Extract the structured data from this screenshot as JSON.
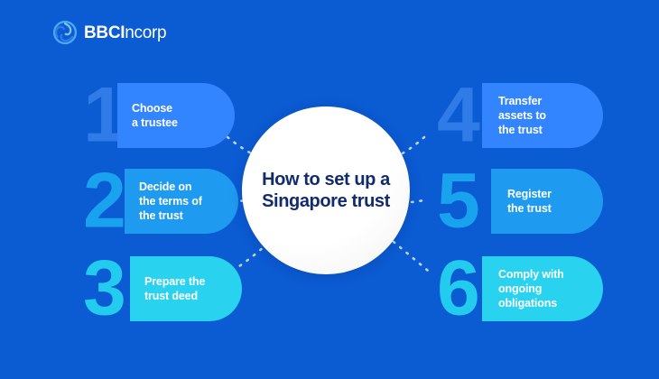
{
  "brand": {
    "logo_icon": "bbci-swirl-icon",
    "name_bold": "BBCI",
    "name_regular": "ncorp"
  },
  "center": {
    "title": "How to set up a Singapore trust"
  },
  "colors": {
    "background": "#0B5BD3",
    "center_circle": "#FFFFFF",
    "center_text": "#122B6E",
    "pill_blue": "#3385FF",
    "pill_azure": "#1E9BF0",
    "pill_cyan": "#29D3F0",
    "numeral_blue": "#2F7BE8",
    "numeral_azure": "#19A2EE",
    "numeral_cyan": "#23CBEE",
    "connector_dots": "#BBD4F5"
  },
  "steps": [
    {
      "number": "1",
      "label": "Choose\na trustee",
      "side": "left",
      "theme": "a"
    },
    {
      "number": "2",
      "label": "Decide on\nthe terms of\nthe trust",
      "side": "left",
      "theme": "b"
    },
    {
      "number": "3",
      "label": "Prepare the\ntrust deed",
      "side": "left",
      "theme": "c"
    },
    {
      "number": "4",
      "label": "Transfer\nassets to\nthe trust",
      "side": "right",
      "theme": "a"
    },
    {
      "number": "5",
      "label": "Register\nthe trust",
      "side": "right",
      "theme": "b"
    },
    {
      "number": "6",
      "label": "Comply with\nongoing\nobligations",
      "side": "right",
      "theme": "c"
    }
  ]
}
